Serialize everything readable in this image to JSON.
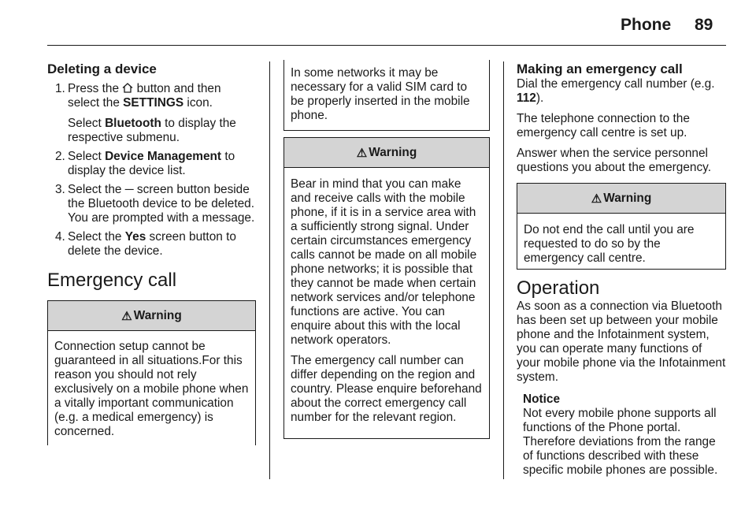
{
  "header": {
    "title": "Phone",
    "page_number": "89"
  },
  "col1": {
    "section_title": "Deleting a device",
    "steps": [
      {
        "num": "1.",
        "text_a": "Press the ",
        "icon": "home-icon",
        "text_b": " button and then select the ",
        "bold": "SETTINGS",
        "text_c": " icon.",
        "sub_a": "Select ",
        "sub_bold": "Bluetooth",
        "sub_b": " to display the respective submenu."
      },
      {
        "num": "2.",
        "text_a": "Select ",
        "bold": "Device Management",
        "text_c": " to display the device list."
      },
      {
        "num": "3.",
        "text_a": "Select the ",
        "glyph": "─",
        "text_c": " screen button beside the Bluetooth device to be deleted. You are prompted with a message."
      },
      {
        "num": "4.",
        "text_a": "Select the ",
        "bold": "Yes",
        "text_c": " screen button to delete the device."
      }
    ],
    "emergency_heading": "Emergency call",
    "warning_box": {
      "icon_glyph": "⚠",
      "title": "Warning",
      "text": "Connection setup cannot be guaranteed in all situations.For this reason you should not rely exclusively on a mobile phone when a vitally important communication (e.g. a medical emergency) is concerned."
    }
  },
  "col2": {
    "note_box_text": "In some networks it may be necessary for a valid SIM card to be properly inserted in the mobile phone.",
    "warning_box": {
      "icon_glyph": "⚠",
      "title": "Warning",
      "para1": "Bear in mind that you can make and receive calls with the mobile phone, if it is in a service area with a sufficiently strong signal. Under certain circumstances emergency calls cannot be made on all mobile phone networks; it is possible that they cannot be made when certain network services and/or telephone functions are active. You can enquire about this with the local network operators.",
      "para2": "The emergency call number can differ depending on the region and country. Please enquire beforehand about the correct emergency call number for the relevant region."
    }
  },
  "col3": {
    "making_title": "Making an emergency call",
    "making_text_a": "Dial the emergency call number (e.g. ",
    "making_bold": "112",
    "making_text_b": ").",
    "para2": "The telephone connection to the emergency call centre is set up.",
    "para3": "Answer when the service personnel questions you about the emergency.",
    "warning_box": {
      "icon_glyph": "⚠",
      "title": "Warning",
      "text": "Do not end the call until you are requested to do so by the emergency call centre."
    },
    "operation_heading": "Operation",
    "operation_text": "As soon as a connection via Bluetooth has been set up between your mobile phone and the Infotainment system, you can operate many functions of your mobile phone via the Infotainment system.",
    "notice_title": "Notice",
    "notice_text": "Not every mobile phone supports all functions of the Phone portal. Therefore deviations from the range of functions described with these specific mobile phones are possible."
  }
}
